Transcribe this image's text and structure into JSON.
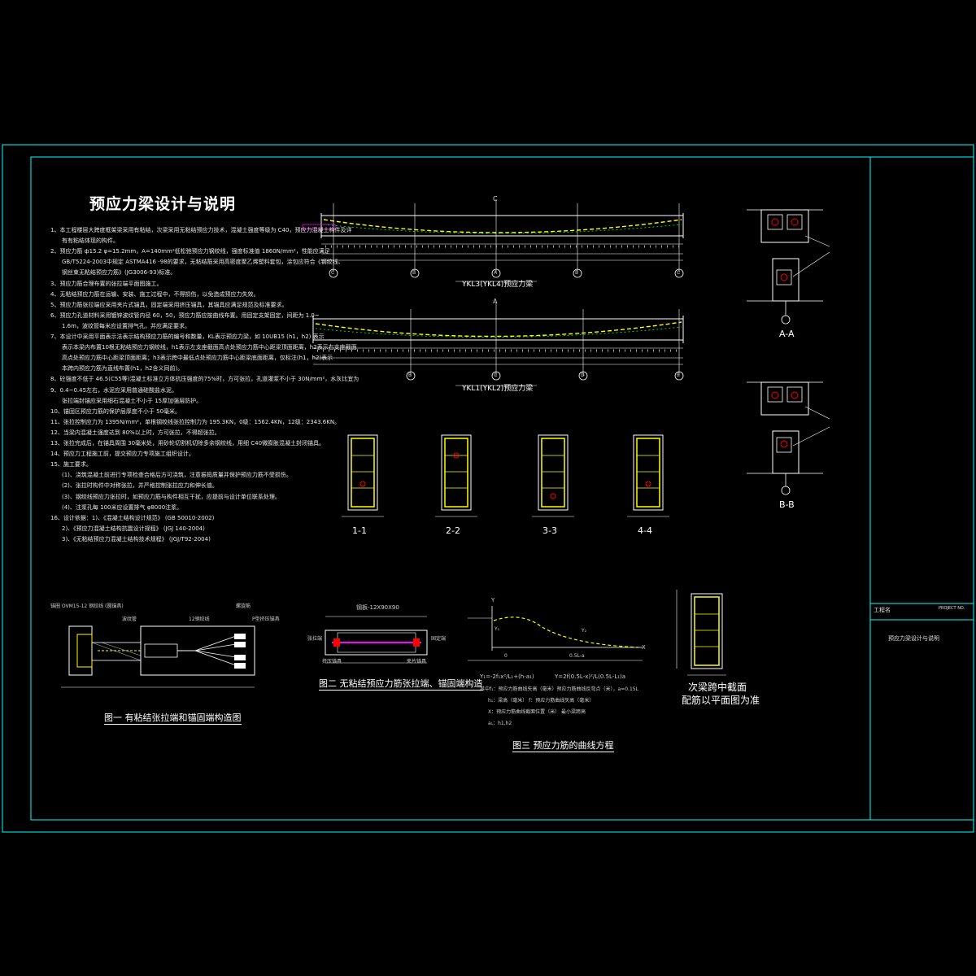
{
  "sheet": {
    "main_title": "预应力梁设计与说明",
    "title_block": {
      "label_left": "工程名",
      "label_right": "PROJECT NO.",
      "drawing_name": "预应力梁设计与说明"
    }
  },
  "notes": [
    "1、本工程楼层大跨度框架梁采用有粘结，次梁采用无粘结预应力技术，混凝土强度等级为 C40，预应力混凝土构件及详",
    "有有粘结体现的构件。",
    "2、预应力筋 ф15.2 φ=15.2mm，A=140mm²低松弛预应力钢绞线，强度标准值 1860N/mm²，性能应满足",
    "GB/T5224-2003中规定 ASTMA416 -98的要求，无粘结筋采用高密度聚乙烯塑料套包，涂包应符合《钢绞线、",
    "钢丝束无粘结预应力筋》(JG3006-93)标准。",
    "3、预应力筋合理布置的张拉端平面图施工。",
    "4、无粘结预应力筋在运输、安装、施工过程中，不得损伤，以免造成预应力失效。",
    "5、预应力筋张拉端应采用夹片式锚具，固定端采用挤压锚具，其锚具应满足规范及标准要求。",
    "6、预应力孔道材料采用镀锌波纹管内径 60，50，预应力筋应按曲线布置。用固定支架固定，间距为 1.0~",
    "1.6m，波纹管每米应设置排气孔，并应满足要求。",
    "7、本设计中采用平面表示法表示结构预应力筋的编号和数量，KL表示预应力梁，如 10UB15 (h1，h2) 表示",
    "表示本梁内布置10根无粘结预应力钢绞线，h1表示左支座截面高点处预应力筋中心距梁顶面距离，h2表示右支座截面",
    "高点处预应力筋中心距梁顶面距离；h3表示跨中最低点处预应力筋中心距梁底面距离，仅标注(h1，h2)表示",
    "本跨内预应力筋为直线布置(h1，h2含义同前)。",
    "8、砼强度不低于 46.5(C55等)混凝土标准立方体抗压强度的75%时，方可张拉，孔道灌浆不小于 30N/mm²，水灰比宜为",
    "9、0.4~0.45左右，水泥应采用普通硅酸盐水泥。",
    "张拉端封锚应采用细石混凝土不小于 15厚加强层防护。",
    "10、锚固区预应力筋的保护层厚度不小于 50毫米。",
    "11、张拉控制应力为 1395N/mm²，单根钢绞线张拉控制力为 195.3KN，0级：1562.4KN，12级：2343.6KN。",
    "12、当梁内混凝土强度达到 80%以上时，方可张拉，不得超张拉。",
    "13、张拉完成后，在锚具周围 30毫米处，用砂轮切割机切除多余钢绞线，用细 C40微膨胀混凝土封闭锚具。",
    "14、预应力工程施工前，提交预应力专项施工组织设计。",
    "15、施工要求。",
    "(1)、浇筑混凝土前进行专项检查合格后方可浇筑，注意振捣质量并保护预应力筋不受损伤。",
    "(2)、张拉时构件中对称张拉，并严格控制张拉应力和伸长值。",
    "(3)、钢绞线预应力张拉时，如预应力筋与构件相互干扰，应提前与设计单位联系处理。",
    "(4)、注浆孔每 100米应设置排气 φ8000注浆。",
    "16、设计依据：1)、《混凝土结构设计规范》 (GB 50010-2002)",
    "2)、《预应力混凝土结构抗震设计规程》 (JGJ 140-2004)",
    "3)、《无粘结预应力混凝土结构技术规程》 (JGJ/T92-2004)"
  ],
  "beams": {
    "beam1_caption": "YKL3(YKL4)预应力梁",
    "beam2_caption": "YKL1(YKL2)预应力梁",
    "beam1_axes": [
      "C",
      "B",
      "A",
      "B",
      "C"
    ],
    "beam2_axes": [
      "B",
      "C",
      "D",
      "D",
      "E"
    ],
    "beam1_top_label": "C",
    "beam2_top_label": "A"
  },
  "sections": {
    "labels": [
      "1-1",
      "2-2",
      "3-3",
      "4-4"
    ],
    "aa": "A-A",
    "bb": "B-B",
    "secondary_title": "次梁跨中截面",
    "secondary_sub": "配筋以平面图为准"
  },
  "figures": {
    "fig1": "图一 有粘结张拉端和锚固端构造图",
    "fig2": "图二 无粘结预应力筋张拉端、锚固端构造",
    "fig3": "图三 预应力筋的曲线方程",
    "fig2_top": "钢板-12X90X90",
    "fig2_left_label": "张拉端",
    "fig2_right_label": "固定端",
    "fig2_left_bottom": "挤压锚具",
    "fig2_right_bottom": "夹片锚具",
    "fig1_spec": "锚圈 OVM15-12 钢绞线 (圆锚具)",
    "fig1_label_a": "波纹管",
    "fig1_label_b": "12钢绞线",
    "fig1_label_c": "P型挤压锚具",
    "fig1_label_d": "螺旋筋",
    "fig3_eq1": "Y₁=-2f₁x²/L₁+(h-a₁)",
    "fig3_eq2": "Y=2f(0.5L-x)²/L(0.5L-L₁)a",
    "fig3_line1": "其中f₁：预应力筋曲线矢高（毫米）预应力筋曲线反弯点（米），a=0.15L",
    "fig3_line2": "h₁：梁高（毫米）   f：预应力筋曲线矢高（毫米）",
    "fig3_line3": "X：预应力筋曲线截面位置（米）  最小梁跨高",
    "fig3_line4": "a₁：h1,h2",
    "fig3_axis_y": "Y",
    "fig3_axis_x": "X",
    "fig3_y1": "Y₁",
    "fig3_y2": "Y₂",
    "fig3_x0": "0",
    "fig3_xl": "0.5L-a"
  },
  "colors": {
    "frame": "#00ffff",
    "beam_line": "#ffffff",
    "tendon": "#ffff00",
    "rebar_section": "#ffff00",
    "magenta": "#ff00ff",
    "red": "#ff0000",
    "green": "#00ff00"
  }
}
